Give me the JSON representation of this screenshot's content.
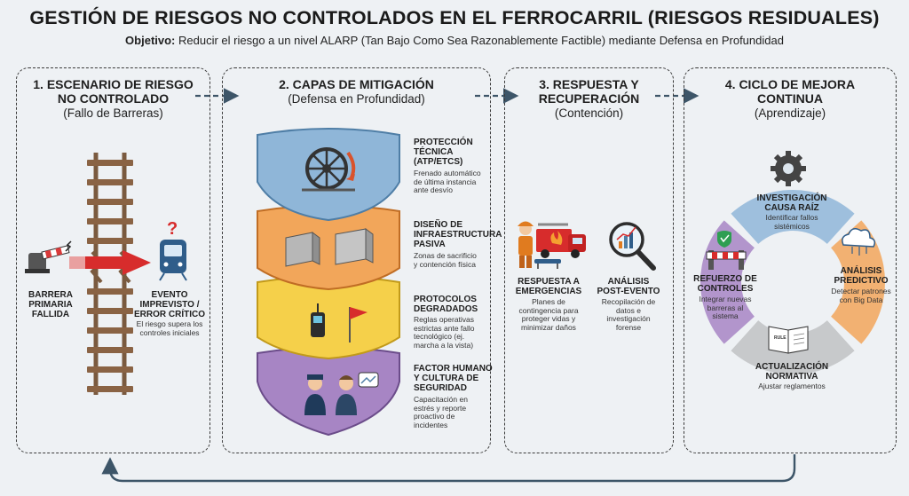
{
  "header": {
    "title": "GESTIÓN DE RIESGOS NO CONTROLADOS EN EL FERROCARRIL (RIESGOS RESIDUALES)",
    "objective_label": "Objetivo:",
    "objective_text": "Reducir el riesgo a un nivel ALARP (Tan Bajo Como Sea Razonablemente Factible) mediante Defensa en Profundidad"
  },
  "panels": [
    {
      "title_l1": "1. ESCENARIO DE RIESGO",
      "title_l2": "NO CONTROLADO",
      "subtitle": "(Fallo de Barreras)",
      "barrier_label_l1": "BARRERA",
      "barrier_label_l2": "PRIMARIA",
      "barrier_label_l3": "FALLIDA",
      "event_label_l1": "EVENTO",
      "event_label_l2": "IMPREVISTO /",
      "event_label_l3": "ERROR CRÍTICO",
      "event_desc_l1": "El riesgo supera los",
      "event_desc_l2": "controles iniciales",
      "question_mark": "?"
    },
    {
      "title": "2. CAPAS DE MITIGACIÓN",
      "subtitle": "(Defensa en Profundidad)",
      "layers": [
        {
          "t1": "PROTECCIÓN",
          "t2": "TÉCNICA",
          "t3": "(ATP/ETCS)",
          "t4": "",
          "d1": "Frenado automático",
          "d2": "de última instancia",
          "d3": "ante desvío",
          "d4": "",
          "color": "#8fb6d8"
        },
        {
          "t1": "DISEÑO DE",
          "t2": "INFRAESTRUCTURA",
          "t3": "PASIVA",
          "t4": "",
          "d1": "Zonas de sacrificio",
          "d2": "y contención física",
          "d3": "",
          "d4": "",
          "color": "#f2a65a"
        },
        {
          "t1": "PROTOCOLOS",
          "t2": "DEGRADADOS",
          "t3": "",
          "t4": "",
          "d1": "Reglas operativas",
          "d2": "estrictas ante fallo",
          "d3": "tecnológico (ej.",
          "d4": "marcha a la vista)",
          "color": "#f5d04a"
        },
        {
          "t1": "FACTOR HUMANO",
          "t2": "Y CULTURA DE",
          "t3": "SEGURIDAD",
          "t4": "",
          "d1": "Capacitación en",
          "d2": "estrés y reporte",
          "d3": "proactivo de",
          "d4": "incidentes",
          "color": "#a785c4"
        }
      ]
    },
    {
      "title_l1": "3. RESPUESTA Y",
      "title_l2": "RECUPERACIÓN",
      "subtitle": "(Contención)",
      "emergency_t1": "RESPUESTA A",
      "emergency_t2": "EMERGENCIAS",
      "emergency_d1": "Planes de",
      "emergency_d2": "contingencia para",
      "emergency_d3": "proteger vidas y",
      "emergency_d4": "minimizar daños",
      "analysis_t1": "ANÁLISIS",
      "analysis_t2": "POST-EVENTO",
      "analysis_d1": "Recopilación de",
      "analysis_d2": "datos e",
      "analysis_d3": "investigación",
      "analysis_d4": "forense"
    },
    {
      "title_l1": "4. CICLO DE MEJORA",
      "title_l2": "CONTINUA",
      "subtitle": "(Aprendizaje)",
      "segments": [
        {
          "t1": "INVESTIGACIÓN",
          "t2": "CAUSA RAÍZ",
          "d1": "Identificar fallos",
          "d2": "sistémicos",
          "d3": "",
          "color": "#8fb6d8"
        },
        {
          "t1": "ANÁLISIS",
          "t2": "PREDICTIVO",
          "d1": "Detectar patrones",
          "d2": "con Big Data",
          "d3": "",
          "color": "#f2a65a"
        },
        {
          "t1": "ACTUALIZACIÓN",
          "t2": "NORMATIVA",
          "d1": "Ajustar reglamentos",
          "d2": "",
          "d3": "",
          "color": "#7d7d7d"
        },
        {
          "t1": "REFUERZO DE",
          "t2": "CONTROLES",
          "d1": "Integrar nuevas",
          "d2": "barreras al",
          "d3": "sistema",
          "color": "#a785c4"
        }
      ],
      "book_label": "RULE"
    }
  ]
}
